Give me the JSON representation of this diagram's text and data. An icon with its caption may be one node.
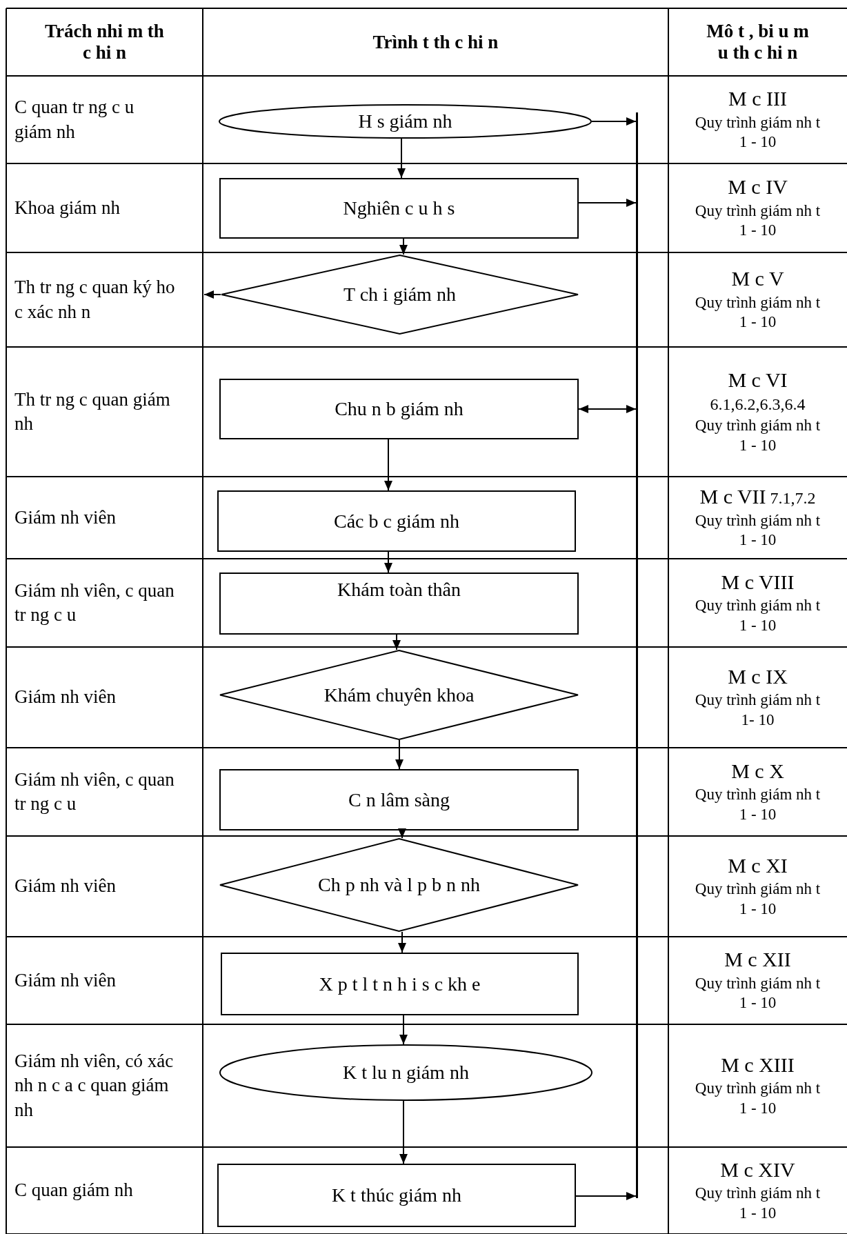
{
  "diagram": {
    "nodes": [
      {
        "text": [
          "H s giám nh"
        ]
      },
      {
        "text": [
          "Nghiên c u h s"
        ]
      },
      {
        "text": [
          "T ch i giám nh"
        ]
      },
      {
        "text": [
          "Chu n b giám nh"
        ]
      },
      {
        "text": [
          "Các b c giám nh"
        ]
      },
      {
        "text": [
          "Khám toàn thân"
        ]
      },
      {
        "text": [
          "Khám chuyên khoa"
        ]
      },
      {
        "text": [
          "C n lâm sàng"
        ]
      },
      {
        "text": [
          "Ch p nh và l p b n nh"
        ]
      },
      {
        "text": [
          "X p t l t n h i s c kh e"
        ]
      },
      {
        "text": [
          "K t lu n giám nh"
        ]
      },
      {
        "text": [
          "K t thúc giám nh"
        ]
      },
      {
        "text": [],
        "shape": "bar"
      },
      {
        "text": [
          "Th tr ng c quan ký ho c xác nh n"
        ]
      }
    ],
    "edges": [
      {
        "from": 0,
        "to": 1,
        "arrow": "to"
      },
      {
        "from": 1,
        "to": 2,
        "arrow": "to"
      },
      {
        "from": 3,
        "to": 4,
        "arrow": "to"
      },
      {
        "from": 4,
        "to": 5,
        "arrow": "to"
      },
      {
        "from": 5,
        "to": 6,
        "arrow": "to"
      },
      {
        "from": 6,
        "to": 7,
        "arrow": "to"
      },
      {
        "from": 7,
        "to": 8,
        "arrow": "to"
      },
      {
        "from": 8,
        "to": 9,
        "arrow": "to"
      },
      {
        "from": 9,
        "to": 10,
        "arrow": "to"
      },
      {
        "from": 10,
        "to": 11,
        "arrow": "to"
      },
      {
        "from": 0,
        "to": 12,
        "arrow": "to"
      },
      {
        "from": 1,
        "to": 12,
        "arrow": "to"
      },
      {
        "from": 3,
        "to": 12,
        "arrow": "both"
      },
      {
        "from": 11,
        "to": 12,
        "arrow": "to"
      },
      {
        "from": 2,
        "to": 13,
        "arrow": "to"
      }
    ],
    "labels": [
      "Trách nhi m th c hi n",
      "Trình t th c hi n",
      "Mô t , bi u m u th c hi n",
      "C quan tr ng c u giám nh",
      "M c III",
      "Quy trình giám nh t 1 - 10",
      "Khoa giám nh",
      "M c IV",
      "Quy trình giám nh t 1 - 10",
      "M c V",
      "Quy trình giám nh t 1 - 10",
      "Th tr ng c quan giám nh",
      "M c VI",
      "6.1,6.2,6.3,6.4",
      "Quy trình giám nh t 1 - 10",
      "Giám nh viên",
      "M c VII",
      "7.1,7.2",
      "Quy trình giám nh t 1 - 10",
      "Giám nh viên, c quan tr ng c u",
      "M c VIII",
      "Quy trình giám nh t 1 - 10",
      "Giám nh viên",
      "M c IX",
      "Quy trình giám nh t 1- 10",
      "Giám nh viên, c quan tr ng c u",
      "M c X",
      "Quy trình giám nh t 1 - 10",
      "Giám nh viên",
      "M c XI",
      "Quy trình giám nh t 1 - 10",
      "Giám nh viên",
      "M c XII",
      "Quy trình giám nh t 1 - 10",
      "Giám nh viên, có xác nh n c a c quan giám nh",
      "M c XIII",
      "Quy trình giám nh t 1 - 10",
      "C quan giám nh",
      "M c XIV",
      "Quy trình giám nh t 1 - 10"
    ]
  }
}
